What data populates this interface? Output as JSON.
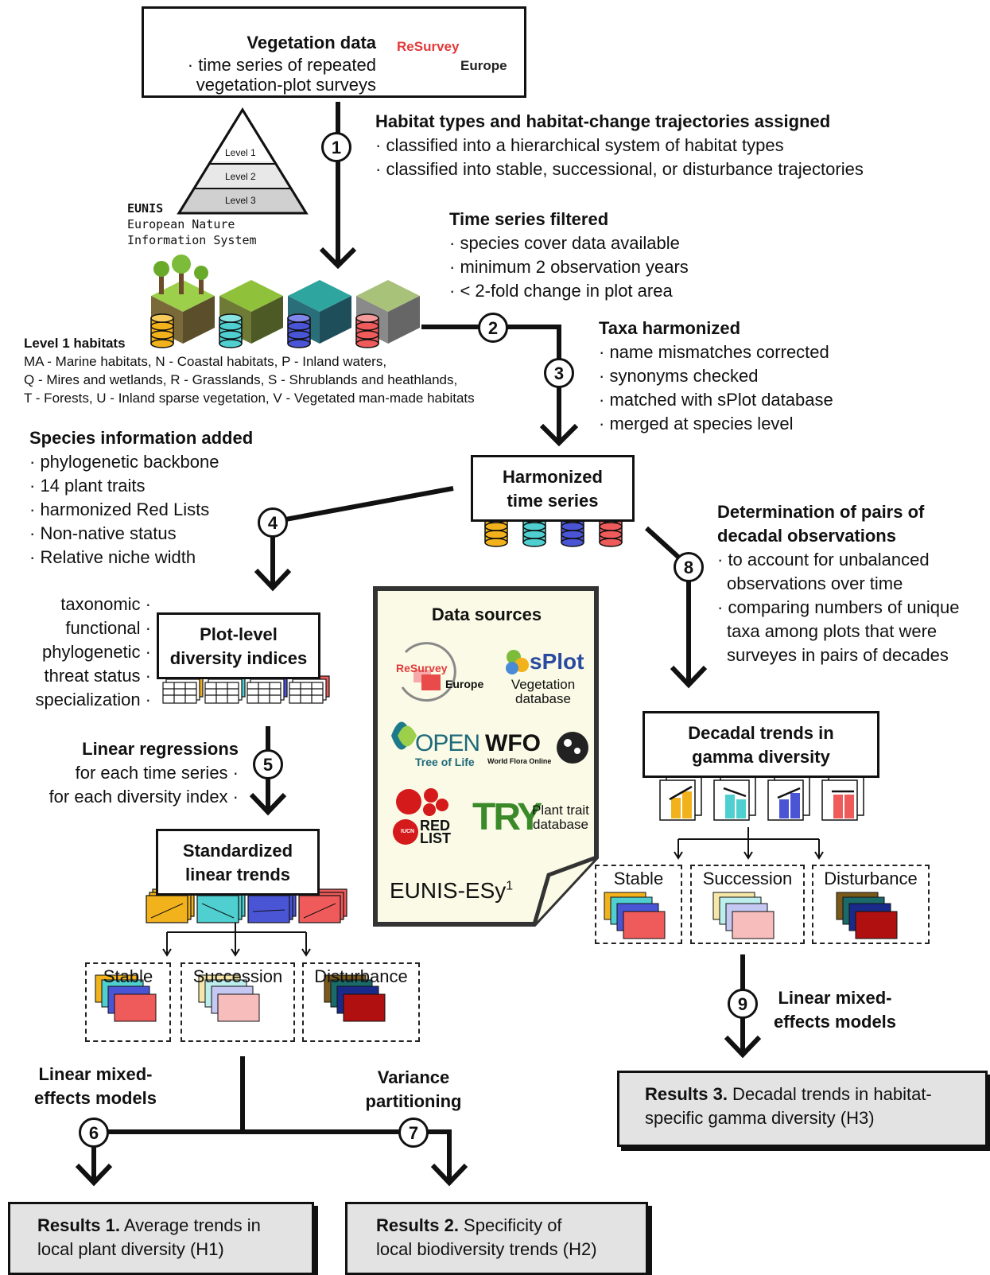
{
  "vegetation_box": {
    "title": "Vegetation data",
    "lines": [
      "· time series of repeated",
      "vegetation-plot surveys"
    ],
    "logo": {
      "main": "ReSurvey",
      "sub": "Europe"
    }
  },
  "eunis": {
    "pyramid_levels": [
      "Level 1",
      "Level 2",
      "Level 3"
    ],
    "title": "EUNIS",
    "subtitle_lines": [
      "European Nature",
      "Information System"
    ]
  },
  "steps": {
    "s1": {
      "num": "1",
      "title": "Habitat types and habitat-change trajectories assigned",
      "lines": [
        "· classified into a hierarchical system of habitat types",
        "· classified into stable, successional, or disturbance trajectories"
      ]
    },
    "filter": {
      "title": "Time series filtered",
      "lines": [
        "· species cover data available",
        "· minimum 2 observation years",
        "· < 2-fold change in plot area"
      ]
    },
    "s2": {
      "num": "2"
    },
    "s3": {
      "num": "3",
      "title": "Taxa harmonized",
      "lines": [
        "· name mismatches corrected",
        "· synonyms checked",
        "· matched with sPlot database",
        "· merged at species level"
      ]
    },
    "s4": {
      "num": "4",
      "title": "Species information added",
      "lines": [
        "· phylogenetic backbone",
        "· 14 plant traits",
        "· harmonized Red Lists",
        "· Non-native status",
        "· Relative niche width"
      ]
    },
    "s5": {
      "num": "5",
      "title": "Linear regressions",
      "lines": [
        "for each time series ·",
        "for each diversity index ·"
      ]
    },
    "s6": {
      "num": "6",
      "title_lines": [
        "Linear mixed-",
        "effects models"
      ]
    },
    "s7": {
      "num": "7",
      "title_lines": [
        "Variance",
        "partitioning"
      ]
    },
    "s8": {
      "num": "8",
      "title_lines": [
        "Determination of pairs of",
        "decadal observations"
      ],
      "lines": [
        "· to account for unbalanced",
        "observations over time",
        "· comparing numbers of unique",
        "taxa among plots that were",
        "surveyes in pairs of decades"
      ]
    },
    "s9": {
      "num": "9",
      "title_lines": [
        "Linear mixed-",
        "effects models"
      ]
    }
  },
  "level1_habitats": {
    "title": "Level 1 habitats",
    "lines": [
      "MA - Marine habitats, N - Coastal habitats, P - Inland waters,",
      "Q - Mires and wetlands, R - Grasslands, S - Shrublands and heathlands,",
      "T - Forests, U - Inland sparse vegetation, V - Vegetated man-made habitats"
    ]
  },
  "harmonized_box": {
    "lines": [
      "Harmonized",
      "time series"
    ]
  },
  "plot_level_box": {
    "lines": [
      "Plot-level",
      "diversity indices"
    ]
  },
  "diversity_indices": [
    "taxonomic ·",
    "functional ·",
    "phylogenetic ·",
    "threat status ·",
    "specialization ·"
  ],
  "standardized_box": {
    "lines": [
      "Standardized",
      "linear trends"
    ]
  },
  "decadal_box": {
    "lines": [
      "Decadal trends in",
      "gamma diversity"
    ]
  },
  "trajectories": [
    "Stable",
    "Succession",
    "Disturbance"
  ],
  "data_sources": {
    "title": "Data sources",
    "resurvey": {
      "main": "ReSurvey",
      "sub": "Europe"
    },
    "splot": {
      "main": "sPlot",
      "lines": [
        "Vegetation",
        "database"
      ]
    },
    "otol": {
      "main": "OPEN",
      "sub": "Tree of Life"
    },
    "wfo": {
      "main": "WFO",
      "sub": "World Flora Online"
    },
    "redlist": {
      "main": "RED",
      "sub": "LIST",
      "badge": "IUCN"
    },
    "try": {
      "main": "TRY",
      "lines": [
        "Plant trait",
        "database"
      ]
    },
    "eunis_esy": {
      "main": "EUNIS-ESy",
      "sup": "1"
    }
  },
  "results": {
    "r1": {
      "bold": "Results 1.",
      "text": " Average trends in",
      "line2": "local plant diversity (H1)"
    },
    "r2": {
      "bold": "Results 2.",
      "text": " Specificity of",
      "line2": "local biodiversity trends (H2)"
    },
    "r3": {
      "bold": "Results 3.",
      "text": " Decadal trends in habitat-",
      "line2": "specific gamma diversity (H3)"
    }
  },
  "colors": {
    "yellow": "#f2b21c",
    "teal": "#4fcfcf",
    "blue": "#4a55d6",
    "red": "#ef5b5b",
    "doc_bg": "#fafae6",
    "result_bg": "#e3e3e3"
  }
}
